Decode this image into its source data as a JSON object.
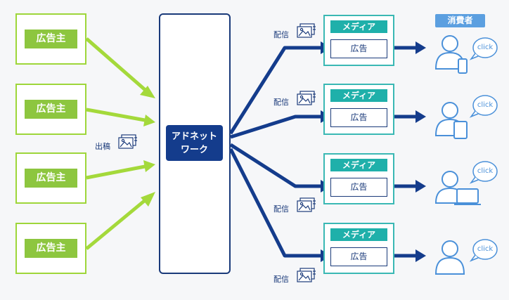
{
  "advertisers": [
    {
      "label": "広告主"
    },
    {
      "label": "広告主"
    },
    {
      "label": "広告主"
    },
    {
      "label": "広告主"
    }
  ],
  "submission_label": "出稿",
  "network_label_line1": "アドネット",
  "network_label_line2": "ワーク",
  "media": [
    {
      "title": "メディア",
      "ad": "広告",
      "delivery": "配信"
    },
    {
      "title": "メディア",
      "ad": "広告",
      "delivery": "配信"
    },
    {
      "title": "メディア",
      "ad": "広告",
      "delivery": "配信"
    },
    {
      "title": "メディア",
      "ad": "広告",
      "delivery": "配信"
    }
  ],
  "consumer_title": "消費者",
  "consumers": [
    {
      "bubble": "click",
      "device": "phone"
    },
    {
      "bubble": "click",
      "device": "tablet"
    },
    {
      "bubble": "click",
      "device": "laptop"
    },
    {
      "bubble": "click",
      "device": "none"
    }
  ],
  "colors": {
    "advertiser": "#8dc63f",
    "advertiser_arrow": "#a4d93b",
    "network": "#143c8c",
    "media": "#1fb0aa",
    "consumer": "#5b9fe0"
  },
  "icons": [
    "image-document-icon",
    "consumer-person-icon",
    "click-bubble-icon"
  ]
}
